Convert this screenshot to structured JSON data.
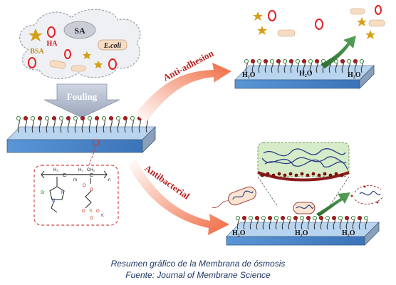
{
  "figure": {
    "contaminants": {
      "sa": "SA",
      "ha": "HA",
      "bsa": "BSA",
      "ecoli": "E.coli"
    },
    "fouling_label": "Fouling",
    "anti_adhesion_label": "Anti-adhesion",
    "antibacterial_label": "Antibacterial",
    "water_label": "H₂O",
    "polymer": {
      "h2": "H₂",
      "ch3": "CH₃",
      "c": "C",
      "m": "m",
      "n": "n",
      "o": "O",
      "s": "S",
      "n_atom": "N",
      "br": "Br",
      "k": "K"
    },
    "colors": {
      "membrane_top": "#4a86c8",
      "membrane_side": "#8aa0b8",
      "arrow": "#f07850",
      "fouling_arrow": "#c0c8d8",
      "ha_ring": "#e02020",
      "bsa_star": "#d4a017",
      "caption": "#1f3864"
    }
  },
  "caption": {
    "line1": "Resumen gráfico de la Membrana de ósmosis",
    "line2": "Fuente: Journal of Membrane Science"
  }
}
